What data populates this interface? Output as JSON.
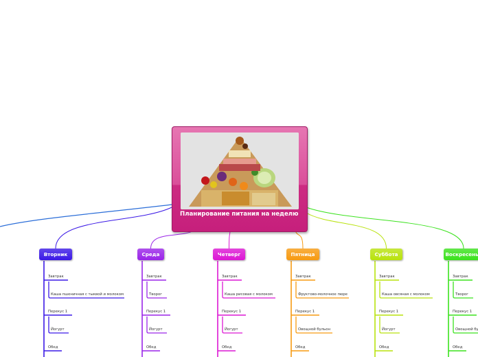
{
  "central": {
    "title": "Планирование питания на неделю",
    "image": "food-pyramid-photo"
  },
  "colors": {
    "central": "#c61f7c",
    "monday": "#2a6dd8"
  },
  "days": [
    {
      "name": "Вторник",
      "color": "#3a18e6",
      "leaves": [
        "Завтрак",
        "Каша пшеничная с тыквой и молоком",
        "Перекус 1",
        "Йогурт",
        "Обед"
      ]
    },
    {
      "name": "Среда",
      "color": "#9a24e8",
      "leaves": [
        "Завтрак",
        "Творог",
        "Перекус 1",
        "Йогурт",
        "Обед"
      ]
    },
    {
      "name": "Четверг",
      "color": "#dc16d4",
      "leaves": [
        "Завтрак",
        "Каша рисовая с молоком",
        "Перекус 1",
        "Йогурт",
        "Обед"
      ]
    },
    {
      "name": "Пятница",
      "color": "#f79a10",
      "leaves": [
        "Завтрак",
        "Фруктово-молочное пюре",
        "Перекус 1",
        "Овощной бульон",
        "Обед"
      ]
    },
    {
      "name": "Суббота",
      "color": "#b8e20c",
      "leaves": [
        "Завтрак",
        "Каша овсяная с молоком",
        "Перекус 1",
        "Йогурт",
        "Обед"
      ]
    },
    {
      "name": "Воскресенье",
      "color": "#3ae21c",
      "leaves": [
        "Завтрак",
        "Творог",
        "Перекус 1",
        "Овощной бульон",
        "Обед"
      ]
    }
  ]
}
